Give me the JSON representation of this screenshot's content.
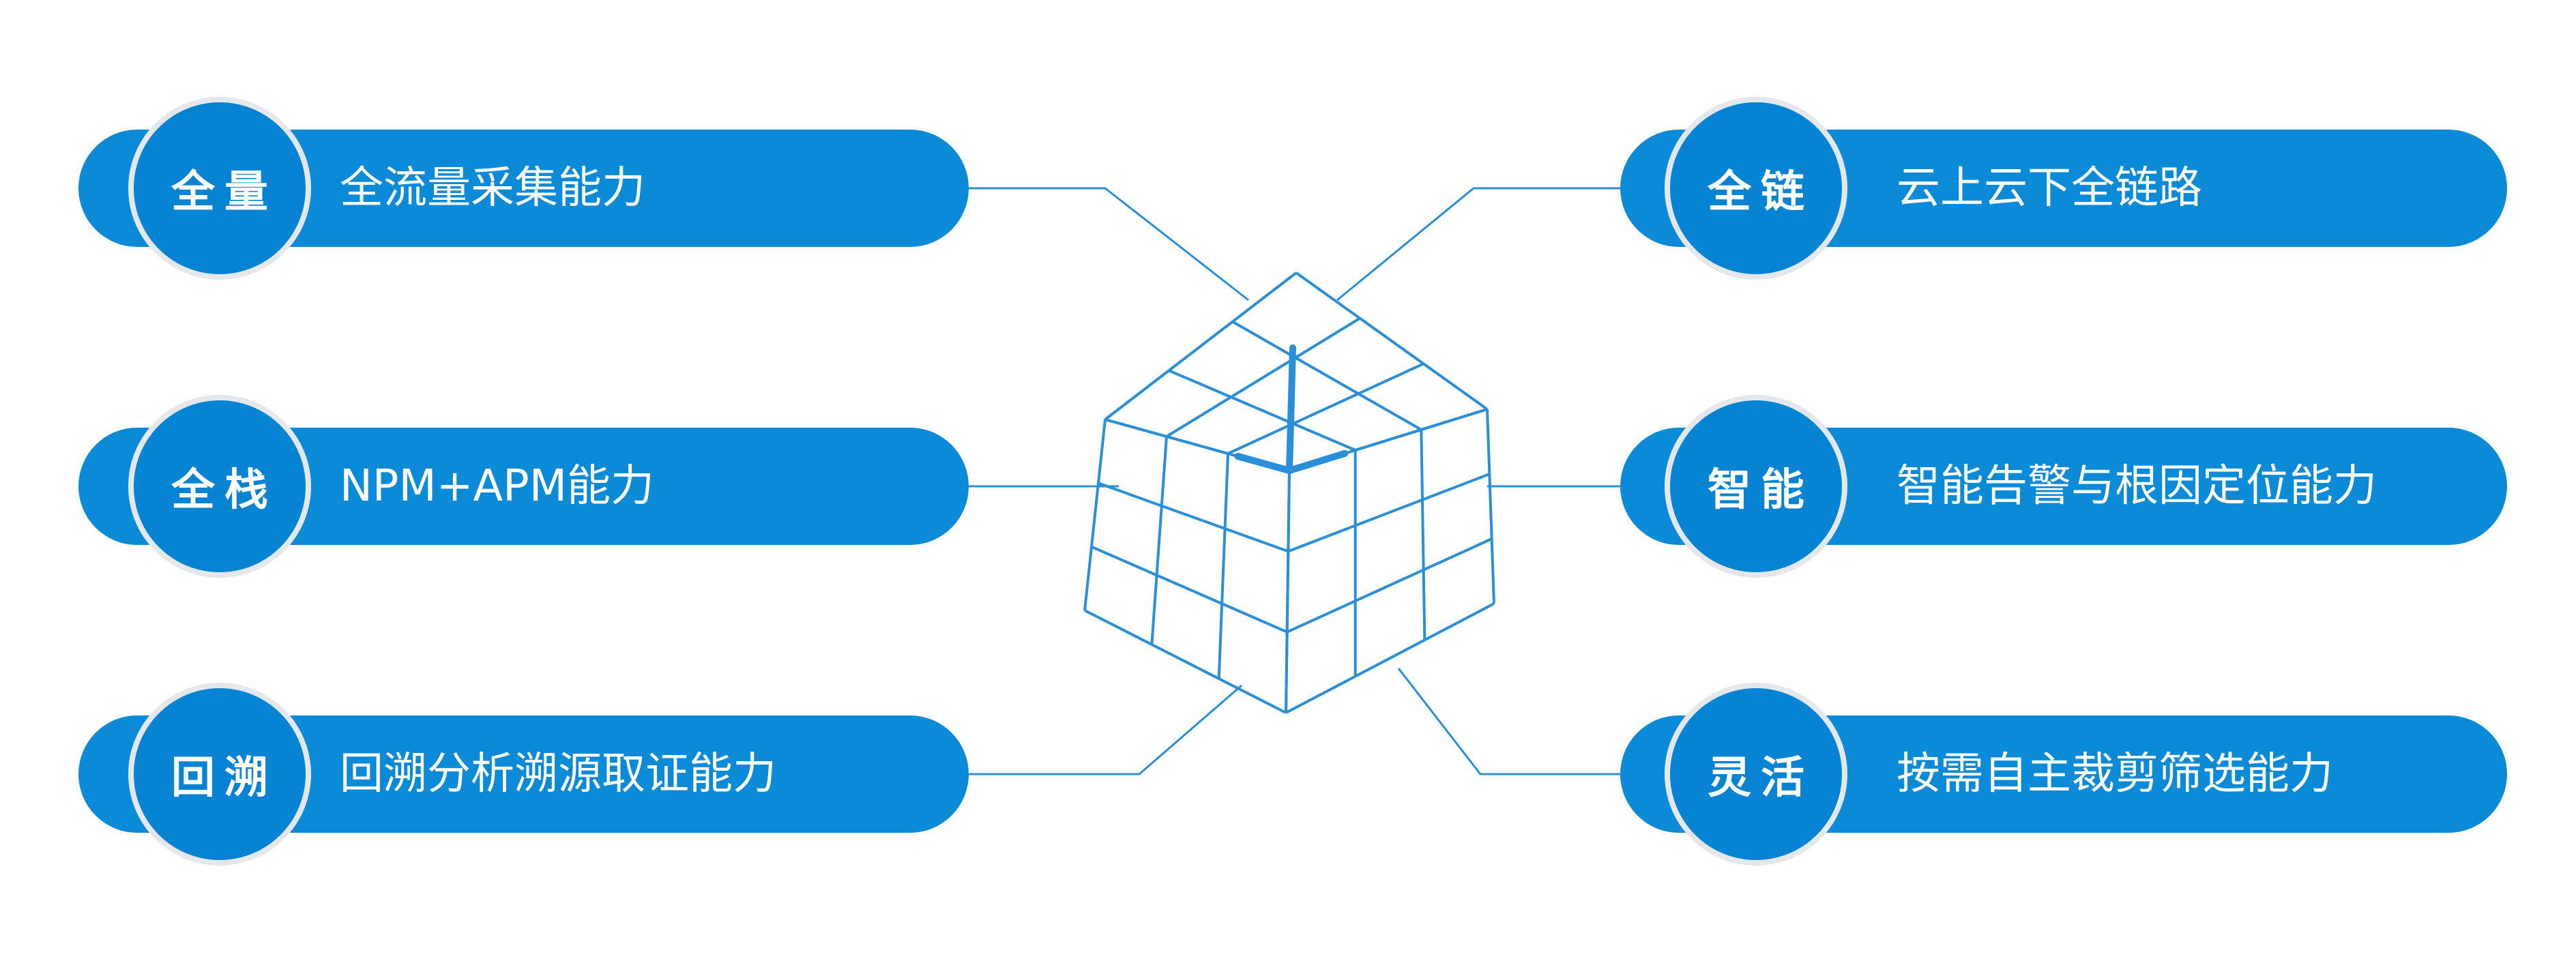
{
  "colors": {
    "pill": "#0a8ad7",
    "badge": "#0684d3",
    "badge_ring": "#e4e8ec",
    "cube_line": "#2a8fd8",
    "connector": "#2a8fd8"
  },
  "features": {
    "left": [
      {
        "badge": "全量",
        "text": "全流量采集能力"
      },
      {
        "badge": "全栈",
        "text": "NPM+APM能力"
      },
      {
        "badge": "回溯",
        "text": "回溯分析溯源取证能力"
      }
    ],
    "right": [
      {
        "badge": "全链",
        "text": "云上云下全链路"
      },
      {
        "badge": "智能",
        "text": "智能告警与根因定位能力"
      },
      {
        "badge": "灵活",
        "text": "按需自主裁剪筛选能力"
      }
    ]
  },
  "cube": {
    "icon": "rubiks-cube-wireframe-icon",
    "grid": 3
  }
}
